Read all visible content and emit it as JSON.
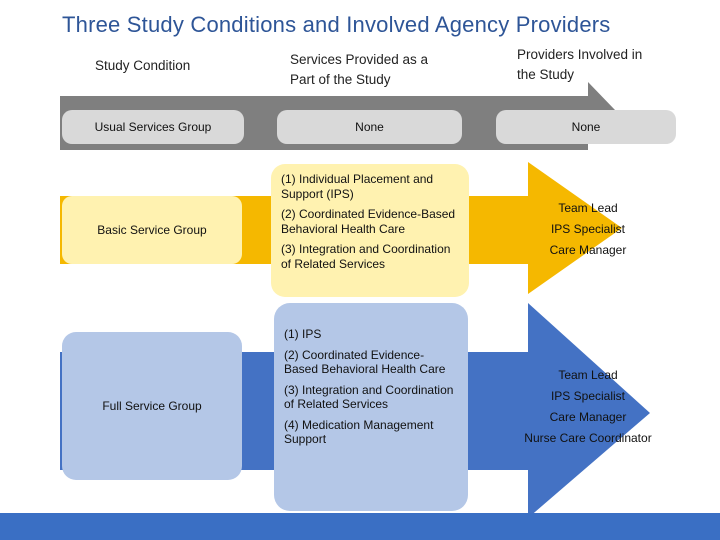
{
  "title": "Three Study Conditions and Involved Agency Providers",
  "headers": {
    "study_condition": "Study Condition",
    "services": "Services Provided as a Part of the Study",
    "providers": "Providers Involved in the Study"
  },
  "rows": [
    {
      "group": "Usual Services Group",
      "services_text": "None",
      "providers_text": "None"
    },
    {
      "group": "Basic Service Group",
      "services": [
        "(1) Individual Placement and Support (IPS)",
        "(2) Coordinated Evidence-Based Behavioral Health Care",
        "(3) Integration and Coordination of Related Services"
      ],
      "providers": [
        "Team Lead",
        "IPS Specialist",
        "Care Manager"
      ]
    },
    {
      "group": "Full Service Group",
      "services": [
        "(1) IPS",
        "(2) Coordinated Evidence-Based Behavioral Health Care",
        "(3) Integration and Coordination of Related Services",
        "(4) Medication Management Support"
      ],
      "providers": [
        "Team Lead",
        "IPS Specialist",
        "Care Manager",
        "Nurse Care Coordinator"
      ]
    }
  ],
  "colors": {
    "title": "#2e5597",
    "gray_arrow": "#7f7f7f",
    "gray_box": "#d9d9d9",
    "yellow_arrow": "#f5b800",
    "yellow_box": "#fff2b0",
    "blue_arrow": "#4472c4",
    "blue_box": "#b4c7e7",
    "footer": "#3a6fc4"
  }
}
